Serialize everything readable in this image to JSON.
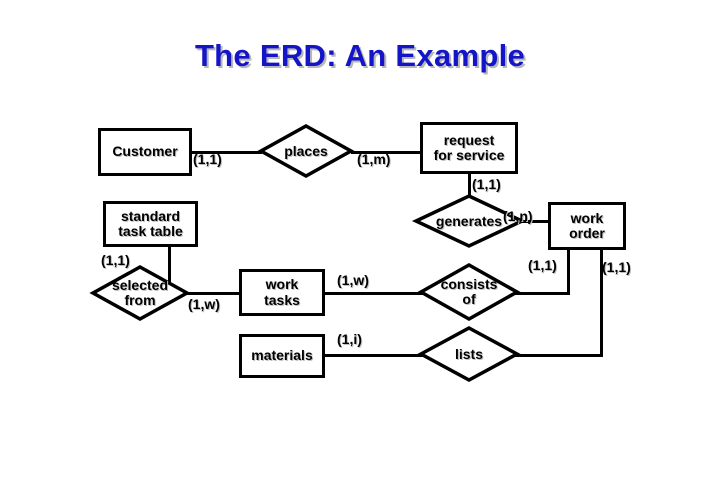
{
  "slide": {
    "title": "The ERD: An Example",
    "title_color": "#1414c8",
    "background": "#ffffff",
    "line_color": "#000000"
  },
  "diagram": {
    "type": "entity-relationship-diagram",
    "entities": [
      {
        "id": "customer",
        "label": "Customer",
        "line1": "Customer",
        "line2": ""
      },
      {
        "id": "request-for-service",
        "label": "request for service",
        "line1": "request",
        "line2": "for service"
      },
      {
        "id": "standard-task-table",
        "label": "standard task table",
        "line1": "standard",
        "line2": "task table"
      },
      {
        "id": "work-order",
        "label": "work order",
        "line1": "work",
        "line2": "order"
      },
      {
        "id": "work-tasks",
        "label": "work tasks",
        "line1": "work",
        "line2": "tasks"
      },
      {
        "id": "materials",
        "label": "materials",
        "line1": "materials",
        "line2": ""
      }
    ],
    "relationships": [
      {
        "id": "places",
        "label": "places",
        "line1": "places",
        "line2": ""
      },
      {
        "id": "generates",
        "label": "generates",
        "line1": "generates",
        "line2": ""
      },
      {
        "id": "selected-from",
        "label": "selected from",
        "line1": "selected",
        "line2": "from"
      },
      {
        "id": "consists-of",
        "label": "consists of",
        "line1": "consists",
        "line2": "of"
      },
      {
        "id": "lists",
        "label": "lists",
        "line1": "lists",
        "line2": ""
      }
    ],
    "cardinalities": [
      {
        "id": "c-customer-places",
        "value": "(1,1)",
        "from": "customer",
        "to": "places"
      },
      {
        "id": "c-places-request",
        "value": "(1,m)",
        "from": "places",
        "to": "request-for-service"
      },
      {
        "id": "c-request-generates",
        "value": "(1,1)",
        "from": "request-for-service",
        "to": "generates"
      },
      {
        "id": "c-generates-workorder",
        "value": "(1,n)",
        "from": "generates",
        "to": "work-order"
      },
      {
        "id": "c-stdtask-selectedfrom",
        "value": "(1,1)",
        "from": "standard-task-table",
        "to": "selected-from"
      },
      {
        "id": "c-selectedfrom-worktasks",
        "value": "(1,w)",
        "from": "selected-from",
        "to": "work-tasks"
      },
      {
        "id": "c-worktasks-consistsof",
        "value": "(1,w)",
        "from": "work-tasks",
        "to": "consists-of"
      },
      {
        "id": "c-materials-lists",
        "value": "(1,i)",
        "from": "materials",
        "to": "lists"
      },
      {
        "id": "c-workorder-consistsof",
        "value": "(1,1)",
        "from": "work-order",
        "to": "consists-of"
      },
      {
        "id": "c-workorder-lists",
        "value": "(1,1)",
        "from": "work-order",
        "to": "lists"
      }
    ]
  }
}
